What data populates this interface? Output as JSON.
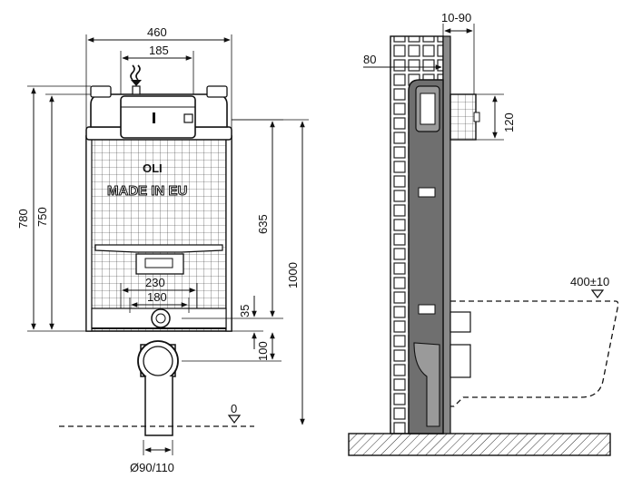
{
  "front_view": {
    "logo": "OLI",
    "stamp": "MADE IN EU",
    "dims": {
      "width_total": "460",
      "width_top": "185",
      "height_total": "780",
      "height_frame": "750",
      "height_635": "635",
      "height_1000": "1000",
      "width_230": "230",
      "width_180": "180",
      "height_35": "35",
      "height_100": "100",
      "floor_level": "0",
      "pipe_diameter": "Ø90/110"
    }
  },
  "side_view": {
    "dims": {
      "depth_adjust": "10-90",
      "depth_80": "80",
      "height_120": "120",
      "bowl_height": "400±10"
    }
  }
}
